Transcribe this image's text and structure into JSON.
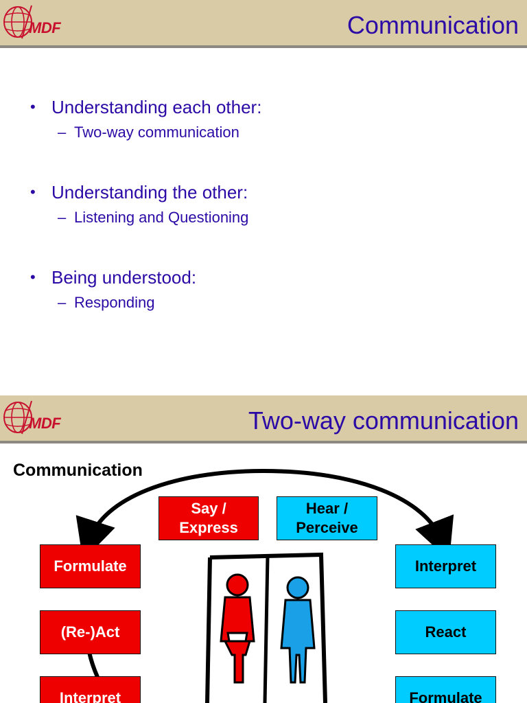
{
  "slide1": {
    "logo_text": "MDF",
    "title": "Communication",
    "bullets": [
      {
        "text": "Understanding each other:",
        "sub": "Two-way communication"
      },
      {
        "text": "Understanding the other:",
        "sub": "Listening and Questioning"
      },
      {
        "text": "Being understood:",
        "sub": "Responding"
      }
    ]
  },
  "slide2": {
    "logo_text": "MDF",
    "title": "Two-way communication",
    "diagram_title": "Communication",
    "top_boxes": {
      "say": [
        "Say /",
        "Express"
      ],
      "hear": [
        "Hear /",
        "Perceive"
      ]
    },
    "left_boxes": [
      "Formulate",
      "(Re-)Act",
      "Interpret"
    ],
    "right_boxes": [
      "Interpret",
      "React",
      "Formulate"
    ]
  },
  "colors": {
    "header_bg": "#d8cba6",
    "title_text": "#2b0aa6",
    "logo_red": "#c8102e",
    "box_red": "#ee0000",
    "box_cyan": "#00ccff"
  }
}
